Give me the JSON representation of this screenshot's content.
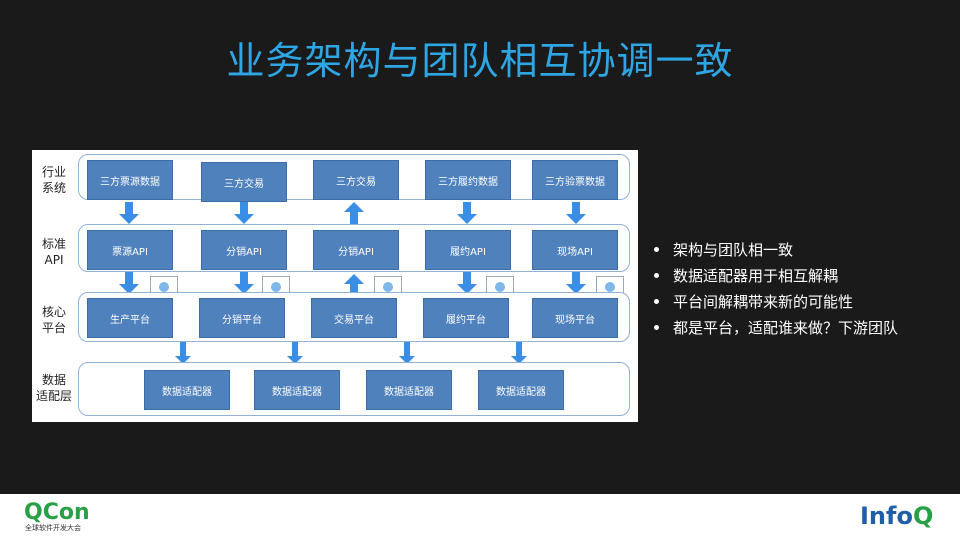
{
  "title": "业务架构与团队相互协调一致",
  "rows": [
    {
      "label": [
        "行业",
        "系统"
      ],
      "blocks": [
        "三方票源数据",
        "三方交易",
        "三方交易",
        "三方履约数据",
        "三方验票数据"
      ]
    },
    {
      "label": [
        "标准",
        "API"
      ],
      "blocks": [
        "票源API",
        "分销API",
        "分销API",
        "履约API",
        "现场API"
      ]
    },
    {
      "label": [
        "核心",
        "平台"
      ],
      "blocks": [
        "生产平台",
        "分销平台",
        "交易平台",
        "履约平台",
        "现场平台"
      ]
    },
    {
      "label": [
        "数据",
        "适配层"
      ],
      "blocks": [
        "数据适配器",
        "数据适配器",
        "数据适配器",
        "数据适配器"
      ]
    }
  ],
  "bullets": [
    "架构与团队相一致",
    "数据适配器用于相互解耦",
    "平台间解耦带来新的可能性",
    "都是平台，适配谁来做？下游团队"
  ],
  "footer": {
    "qcon": "QCon",
    "qcon_sub": "全球软件开发大会",
    "infoq_main": "Info",
    "infoq_q": "Q"
  },
  "colors": {
    "title": "#2ea6e4",
    "block": "#4f81bd",
    "qcon": "#2aa046",
    "infoq": "#1f5fa8"
  }
}
